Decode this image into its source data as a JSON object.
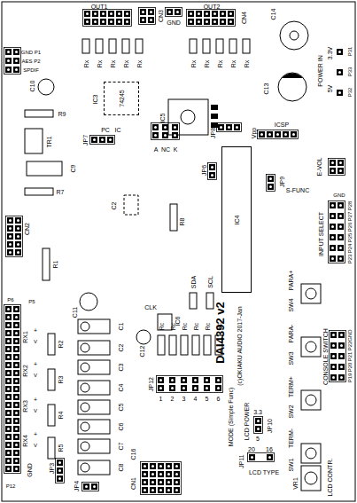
{
  "diagram": {
    "nodes": [
      {
        "text": [
          "IC4"
        ]
      },
      {
        "text": [
          "74245"
        ]
      }
    ],
    "labels": [
      "OUT1",
      "CN3",
      "GND",
      "OUT2",
      "CN4",
      "C14",
      "Rx",
      "Rx",
      "Rx",
      "Rx",
      "Rx",
      "Rx",
      "Rx",
      "Rx",
      "Rx",
      "Rx",
      "GND P1",
      "AES P2",
      "SPDIF",
      "C10",
      "IC3",
      "IC5",
      "C13",
      "3.3V",
      "POWER IN",
      "5V",
      "P31",
      "P33",
      "P32",
      "R9",
      "TR1",
      "JP7",
      "PC",
      "IC",
      "A",
      "NC",
      "K",
      "JP8",
      "Vpp",
      "ICSP",
      "C9",
      "R7",
      "JP6",
      "JP9",
      "E-VOL",
      "S-FUNC",
      "GND",
      "P28",
      "P27",
      "P26",
      "P25",
      "P24",
      "P23",
      "INPUT SELECT",
      "C2",
      "R8",
      "CN2",
      "R1",
      "C11",
      "CLK",
      "IC6",
      "SDA",
      "SCL",
      "DAI4392 v2",
      "(c)OKIAKU AUDIO 2017-Jan",
      "C12",
      "PARA+",
      "SW4",
      "PARA-",
      "SW3",
      "TERM+",
      "SW2",
      "TERM-",
      "SW1",
      "GND",
      "P22",
      "P21",
      "P20",
      "P19",
      "CONSOLE SWITCH",
      "P6",
      "P5",
      "RX1",
      "RX2",
      "RX3",
      "RX4",
      "P12",
      "GND",
      "R2",
      "R3",
      "R4",
      "R5",
      "C1",
      "C2",
      "C3",
      "C4",
      "C5",
      "C6",
      "C7",
      "C8",
      "C16",
      "Rc",
      "Rc",
      "Rc",
      "Rc",
      "Rc",
      "Rc",
      "JP12",
      "1",
      "2",
      "3",
      "4",
      "5",
      "6",
      "MODE (Simple Func)",
      "LCD POWER",
      "3.3",
      "5",
      "JP10",
      "JP3",
      "JP4",
      "20",
      "16",
      "LCD TYPE",
      "JP11",
      "CN1",
      "LCD CONTR.",
      "VR1",
      "+",
      "+",
      "+",
      "+",
      "V",
      "V",
      "V",
      "V"
    ]
  }
}
